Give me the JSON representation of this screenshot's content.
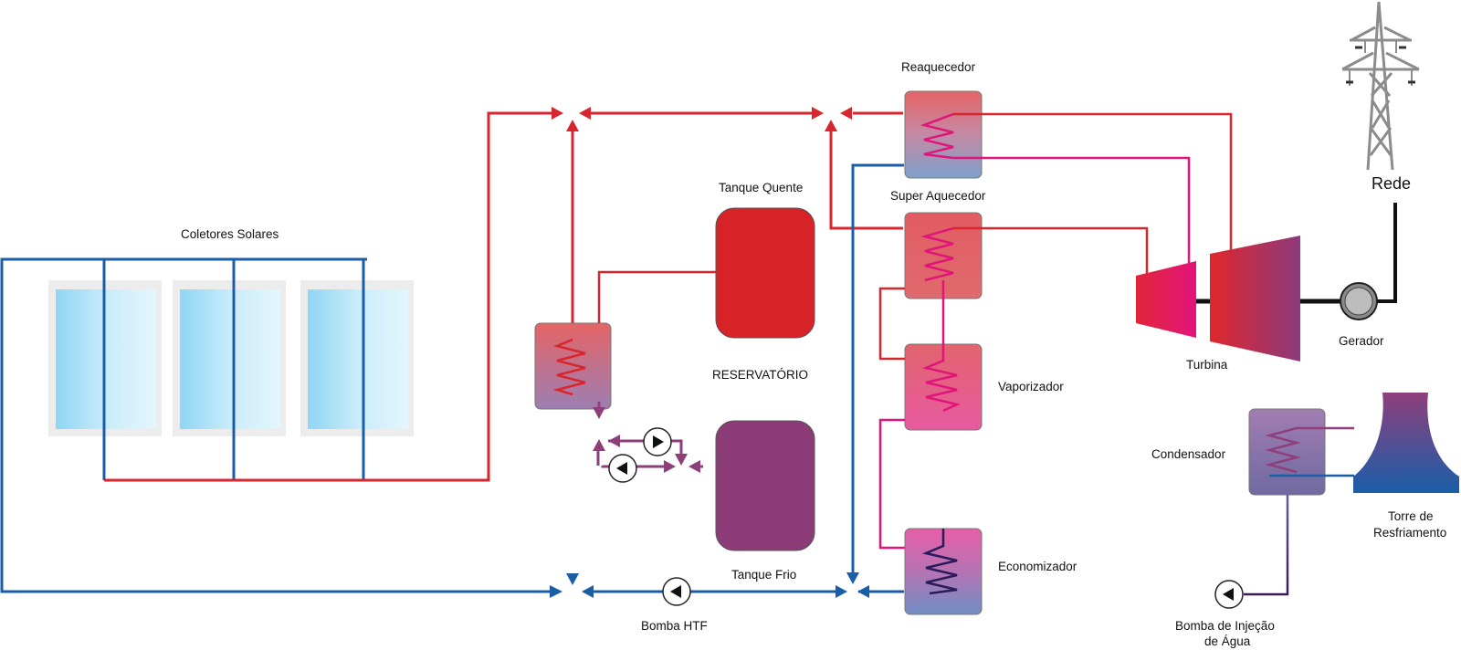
{
  "labels": {
    "collectors": "Coletores Solares",
    "hot_tank": "Tanque Quente",
    "reservoir": "RESERVATÓRIO",
    "cold_tank": "Tanque Frio",
    "htf_pump": "Bomba HTF",
    "reheater": "Reaquecedor",
    "superheater": "Super Aquecedor",
    "evaporator": "Vaporizador",
    "economizer": "Economizador",
    "turbine": "Turbina",
    "generator": "Gerador",
    "grid": "Rede",
    "condenser": "Condensador",
    "cooling_tower_line1": "Torre de",
    "cooling_tower_line2": "Resfriamento",
    "feedwater_pump_line1": "Bomba de Injeção",
    "feedwater_pump_line2": "de Água"
  },
  "colors": {
    "hot_line": "#d8262e",
    "cold_line": "#1a5ea8",
    "steam_line": "#e0157a",
    "storage_loop": "#8e3f7a",
    "hot_tank": "#d72328",
    "cold_tank": "#8b3c78",
    "collector_glass": "#bfe6f7",
    "tower": "#1d5ea6"
  }
}
